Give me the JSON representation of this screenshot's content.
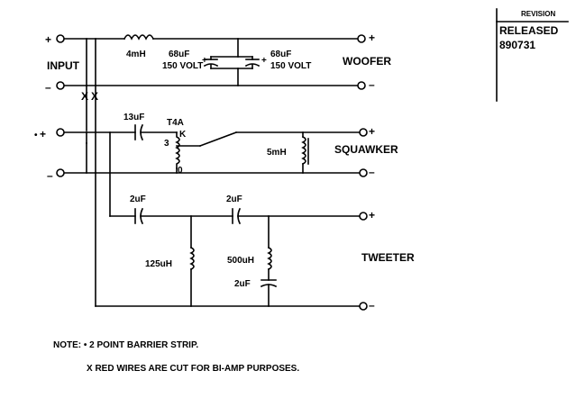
{
  "revision": {
    "header": "REVISION",
    "status": "RELEASED",
    "number": "890731"
  },
  "input": {
    "label": "INPUT",
    "plus": "+",
    "minus": "–",
    "star_plus": "+",
    "star_minus": "–"
  },
  "woofer": {
    "label": "WOOFER",
    "inductor": "4mH",
    "cap_a": "68uF",
    "cap_a_volt": "150 VOLT",
    "cap_b": "68uF",
    "cap_b_volt": "150 VOLT",
    "plus": "+",
    "minus": "–"
  },
  "squawker": {
    "label": "SQUAWKER",
    "cap": "13uF",
    "transformer": "T4A",
    "tap_k": "K",
    "tap_3": "3",
    "tap_0": "0",
    "inductor": "5mH",
    "plus": "+",
    "minus": "–"
  },
  "tweeter": {
    "label": "TWEETER",
    "cap_1": "2uF",
    "cap_2": "2uF",
    "inductor_1": "125uH",
    "inductor_2": "500uH",
    "cap_3": "2uF",
    "plus": "+",
    "minus": "–"
  },
  "wire_marks": [
    "X",
    "X"
  ],
  "notes": {
    "line1": "NOTE: • 2 POINT BARRIER STRIP.",
    "line2": "X RED WIRES ARE CUT FOR BI-AMP PURPOSES."
  },
  "colors": {
    "ink": "#000000",
    "paper": "#ffffff"
  }
}
